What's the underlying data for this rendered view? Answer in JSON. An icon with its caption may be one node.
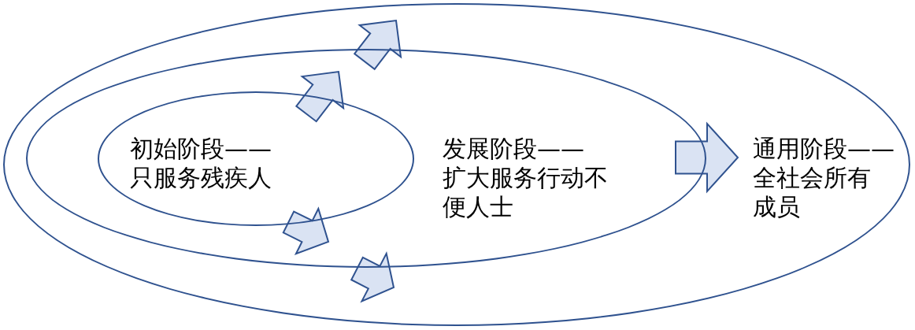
{
  "diagram": {
    "nodes": [
      {
        "text": [
          "通用阶段——",
          "全社会所有成员"
        ]
      },
      {
        "text": [
          "发展阶段——",
          "扩大服务行动不便人士"
        ],
        "in": 0
      },
      {
        "text": [
          "初始阶段——",
          "只服务残疾人"
        ],
        "in": 1
      }
    ]
  }
}
